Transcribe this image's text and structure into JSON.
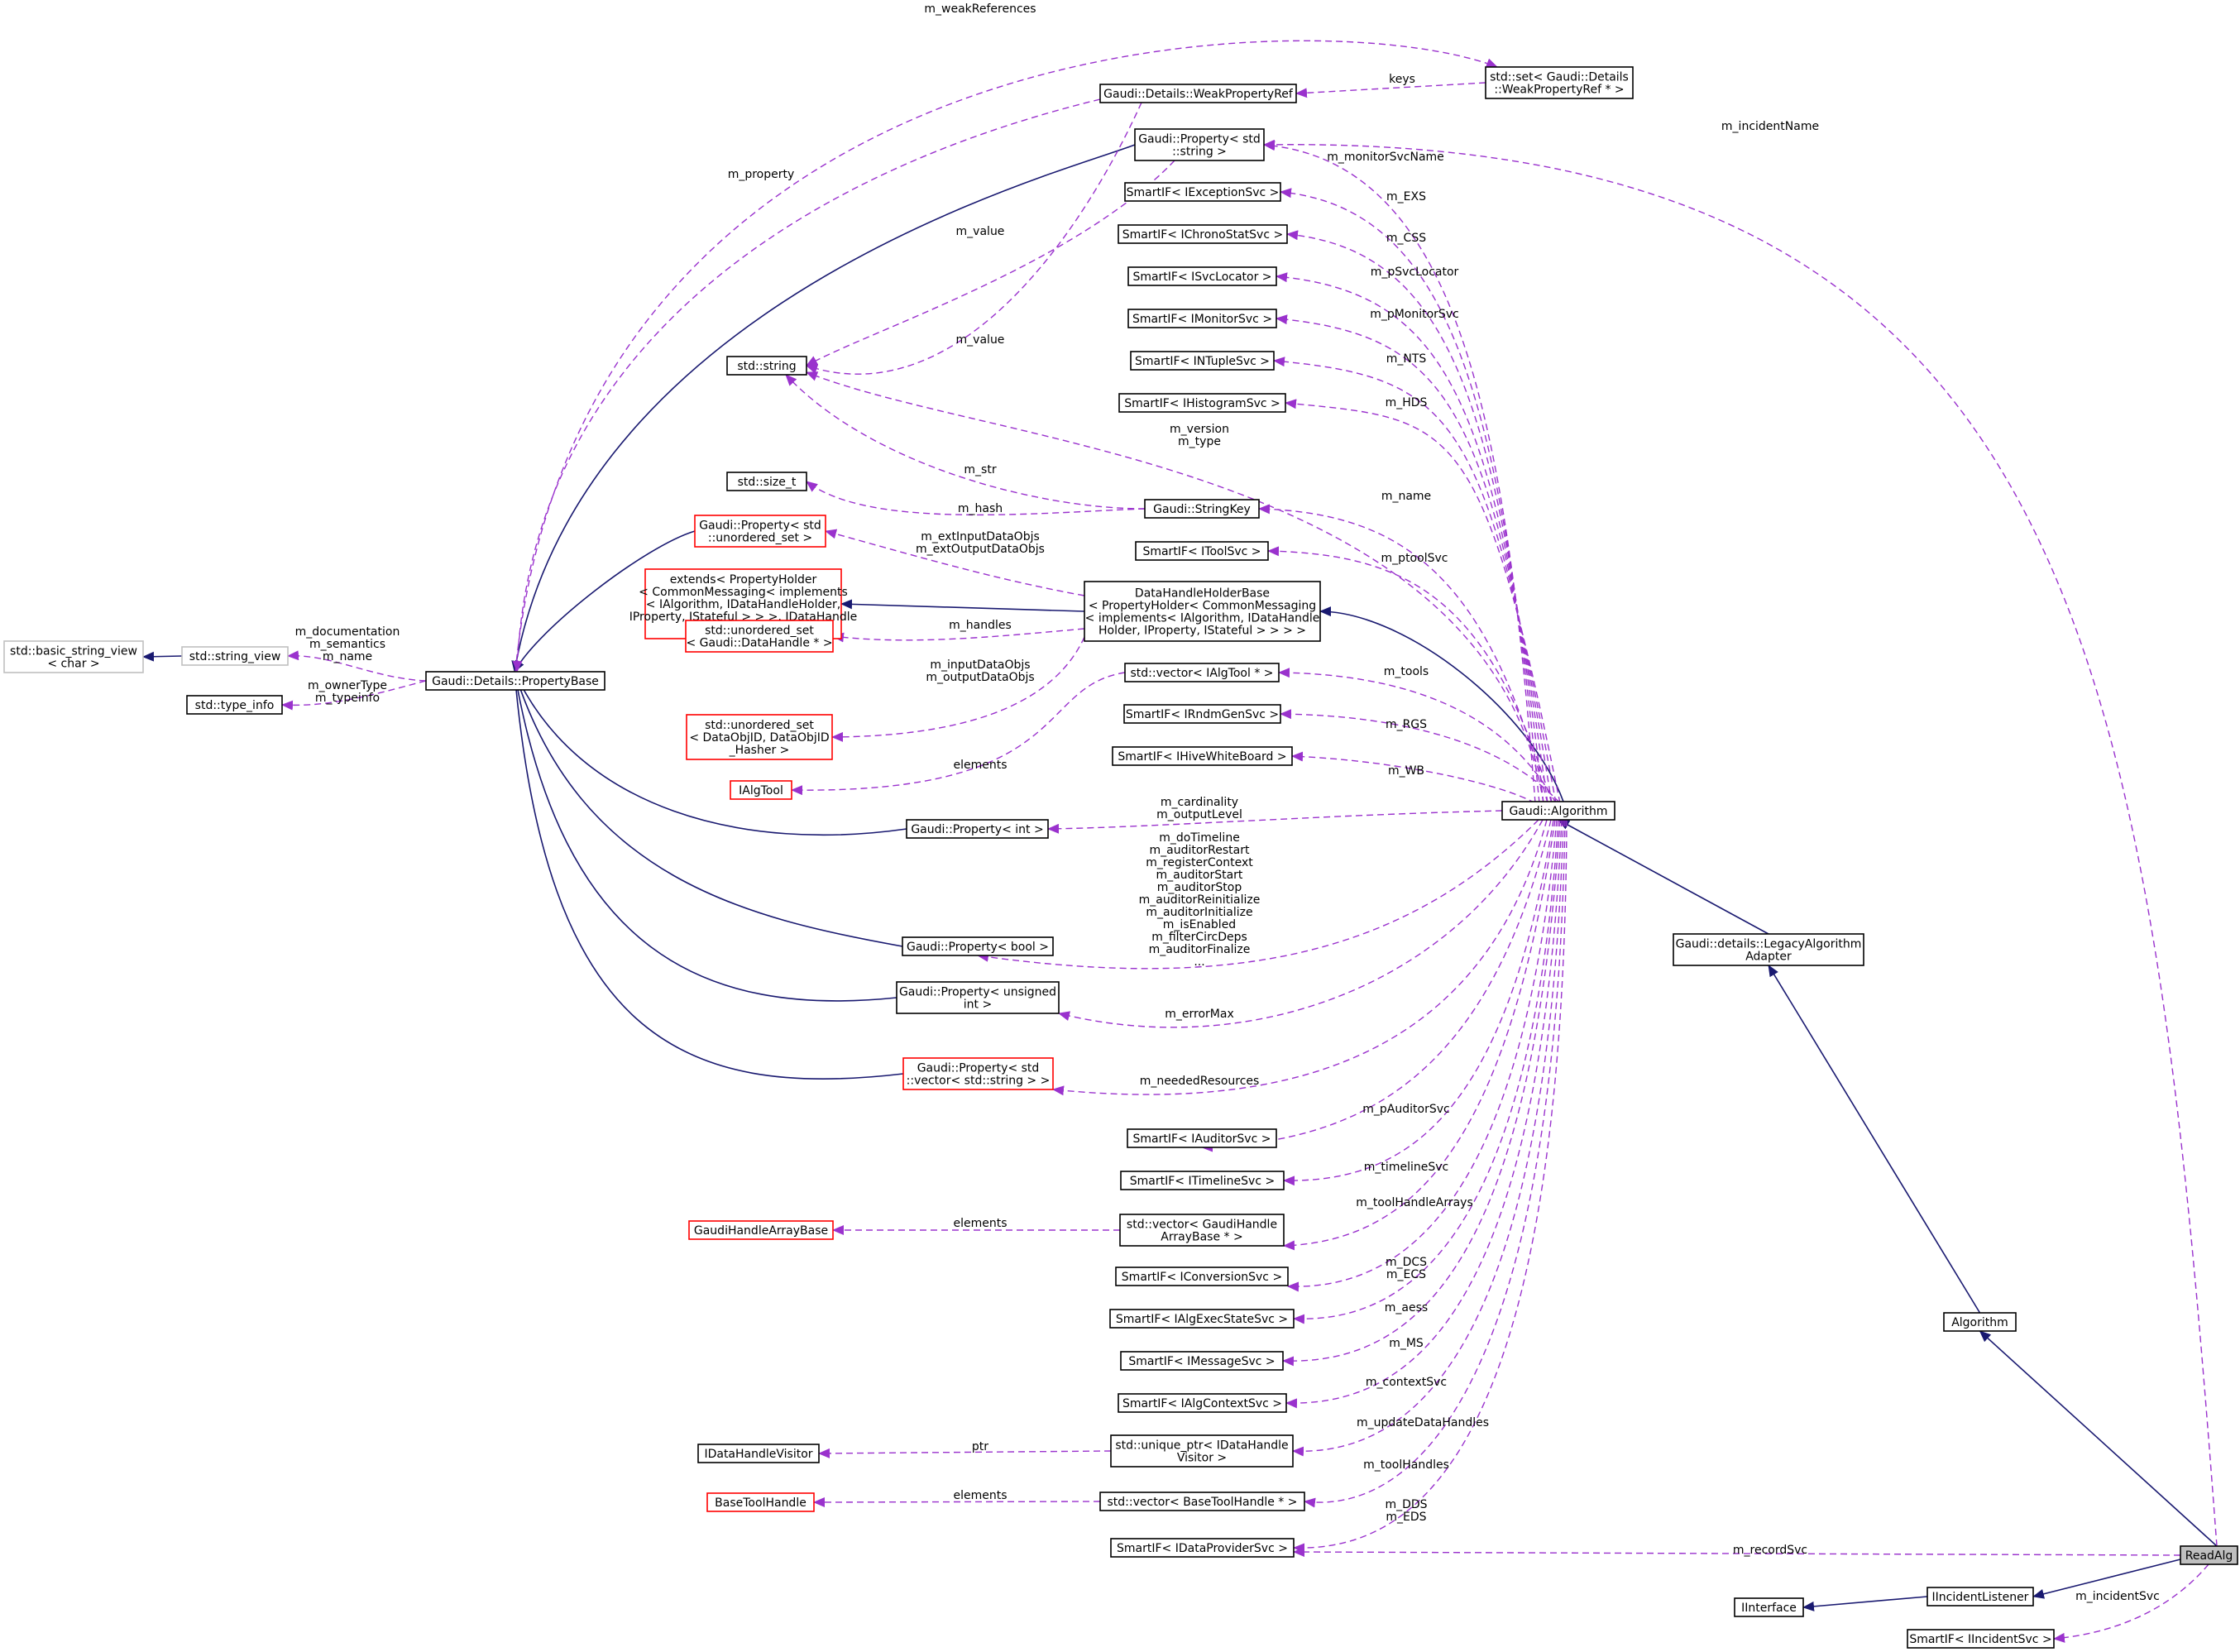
{
  "diagram": {
    "title": "",
    "colors": {
      "inheritance": "#191970",
      "usage": "#9a32cd",
      "highlight_border": "#ff0000",
      "selected_fill": "#bfbfbf"
    },
    "nodes": {
      "basic_string_view": [
        "std::basic_string_view",
        "< char >"
      ],
      "string_view": [
        "std::string_view"
      ],
      "type_info": [
        "std::type_info"
      ],
      "property_base": [
        "Gaudi::Details::PropertyBase"
      ],
      "weak_property_ref": [
        "Gaudi::Details::WeakPropertyRef"
      ],
      "set_weak_ref": [
        "std::set< Gaudi::Details",
        "::WeakPropertyRef * >"
      ],
      "property_string": [
        "Gaudi::Property< std",
        "::string >"
      ],
      "std_string": [
        "std::string"
      ],
      "std_size_t": [
        "std::size_t"
      ],
      "property_unordered_set": [
        "Gaudi::Property< std",
        "::unordered_set >"
      ],
      "extends_property_holder": [
        "extends< PropertyHolder",
        "< CommonMessaging< implements",
        "< IAlgorithm, IDataHandleHolder,",
        "IProperty, IStateful > > >, IDataHandle",
        "Holder >"
      ],
      "unordered_set_datahandle": [
        "std::unordered_set",
        "< Gaudi::DataHandle * >"
      ],
      "unordered_set_dataobjid": [
        "std::unordered_set",
        "< DataObjID, DataObjID",
        "_Hasher >"
      ],
      "ialgtool": [
        "IAlgTool"
      ],
      "gaudi_array_base": [
        "GaudiHandleArrayBase"
      ],
      "idatahandle_visitor": [
        "IDataHandleVisitor"
      ],
      "base_tool_handle": [
        "BaseToolHandle"
      ],
      "smartif_exception": [
        "SmartIF< IExceptionSvc >"
      ],
      "smartif_chrono": [
        "SmartIF< IChronoStatSvc >"
      ],
      "smartif_svclocator": [
        "SmartIF< ISvcLocator >"
      ],
      "smartif_monitor": [
        "SmartIF< IMonitorSvc >"
      ],
      "smartif_ntuple": [
        "SmartIF< INTupleSvc >"
      ],
      "smartif_histogram": [
        "SmartIF< IHistogramSvc >"
      ],
      "string_key": [
        "Gaudi::StringKey"
      ],
      "smartif_toolsvc": [
        "SmartIF< IToolSvc >"
      ],
      "datahandle_holder_base": [
        "DataHandleHolderBase",
        "< PropertyHolder< CommonMessaging",
        "< implements< IAlgorithm, IDataHandle",
        "Holder, IProperty, IStateful > > > >"
      ],
      "vector_ialgtool": [
        "std::vector< IAlgTool * >"
      ],
      "smartif_rndm": [
        "SmartIF< IRndmGenSvc >"
      ],
      "smartif_whiteboard": [
        "SmartIF< IHiveWhiteBoard >"
      ],
      "property_int": [
        "Gaudi::Property< int >"
      ],
      "property_bool": [
        "Gaudi::Property< bool >"
      ],
      "property_unsigned": [
        "Gaudi::Property< unsigned",
        "int >"
      ],
      "property_vector_string": [
        "Gaudi::Property< std",
        "::vector< std::string > >"
      ],
      "smartif_auditor": [
        "SmartIF< IAuditorSvc >"
      ],
      "smartif_timeline": [
        "SmartIF< ITimelineSvc >"
      ],
      "vector_gaudihandle_array": [
        "std::vector< GaudiHandle",
        "ArrayBase * >"
      ],
      "smartif_conversion": [
        "SmartIF< IConversionSvc >"
      ],
      "smartif_execstate": [
        "SmartIF< IAlgExecStateSvc >"
      ],
      "smartif_message": [
        "SmartIF< IMessageSvc >"
      ],
      "smartif_context": [
        "SmartIF< IAlgContextSvc >"
      ],
      "unique_ptr_visitor": [
        "std::unique_ptr< IDataHandle",
        "Visitor >"
      ],
      "vector_base_tool_handle": [
        "std::vector< BaseToolHandle * >"
      ],
      "smartif_dataprovider": [
        "SmartIF< IDataProviderSvc >"
      ],
      "gaudi_algorithm": [
        "Gaudi::Algorithm"
      ],
      "legacy_adapter": [
        "Gaudi::details::LegacyAlgorithm",
        "Adapter"
      ],
      "algorithm": [
        "Algorithm"
      ],
      "read_alg": [
        "ReadAlg"
      ],
      "iincident_listener": [
        "IIncidentListener"
      ],
      "iinterface": [
        "IInterface"
      ],
      "smartif_incident": [
        "SmartIF< IIncidentSvc >"
      ]
    },
    "edge_labels": {
      "weak_references": [
        "m_weakReferences"
      ],
      "keys": [
        "keys"
      ],
      "incident_name": [
        "m_incidentName"
      ],
      "property": [
        "m_property"
      ],
      "value_a": [
        "m_value"
      ],
      "value_b": [
        "m_value"
      ],
      "monitor_svc_name": [
        "m_monitorSvcName"
      ],
      "exs": [
        "m_EXS"
      ],
      "css": [
        "m_CSS"
      ],
      "psvclocator": [
        "m_pSvcLocator"
      ],
      "pmonitorsvc": [
        "m_pMonitorSvc"
      ],
      "nts": [
        "m_NTS"
      ],
      "hds": [
        "m_HDS"
      ],
      "version_type": [
        "m_version",
        "m_type"
      ],
      "str": [
        "m_str"
      ],
      "hash": [
        "m_hash"
      ],
      "name": [
        "m_name"
      ],
      "ptoolsvc": [
        "m_ptoolSvc"
      ],
      "ext_data_objs": [
        "m_extInputDataObjs",
        "m_extOutputDataObjs"
      ],
      "handles": [
        "m_handles"
      ],
      "data_objs": [
        "m_inputDataObjs",
        "m_outputDataObjs"
      ],
      "elements_tools": [
        "elements"
      ],
      "tools": [
        "m_tools"
      ],
      "rgs": [
        "m_RGS"
      ],
      "wb": [
        "m_WB"
      ],
      "cardinality": [
        "m_cardinality",
        "m_outputLevel"
      ],
      "bool_props": [
        "m_doTimeline",
        "m_auditorRestart",
        "m_registerContext",
        "m_auditorStart",
        "m_auditorStop",
        "m_auditorReinitialize",
        "m_auditorInitialize",
        "m_isEnabled",
        "m_filterCircDeps",
        "m_auditorFinalize",
        "..."
      ],
      "error_max": [
        "m_errorMax"
      ],
      "needed_resources": [
        "m_neededResources"
      ],
      "documentation": [
        "m_documentation",
        "m_semantics",
        "m_name"
      ],
      "owner_type": [
        "m_ownerType",
        "m_typeinfo"
      ],
      "pauditorsvc": [
        "m_pAuditorSvc"
      ],
      "timelinesvc": [
        "m_timelineSvc"
      ],
      "tool_handle_arrays": [
        "m_toolHandleArrays"
      ],
      "elements_array": [
        "elements"
      ],
      "dcs_ecs": [
        "m_DCS",
        "m_ECS"
      ],
      "aess": [
        "m_aess"
      ],
      "ms": [
        "m_MS"
      ],
      "context_svc": [
        "m_contextSvc"
      ],
      "update_data_handles": [
        "m_updateDataHandles"
      ],
      "ptr": [
        "ptr"
      ],
      "tool_handles": [
        "m_toolHandles"
      ],
      "elements_base_tool": [
        "elements"
      ],
      "dds_eds": [
        "m_DDS",
        "m_EDS"
      ],
      "record_svc": [
        "m_recordSvc"
      ],
      "incident_svc": [
        "m_incidentSvc"
      ]
    }
  }
}
